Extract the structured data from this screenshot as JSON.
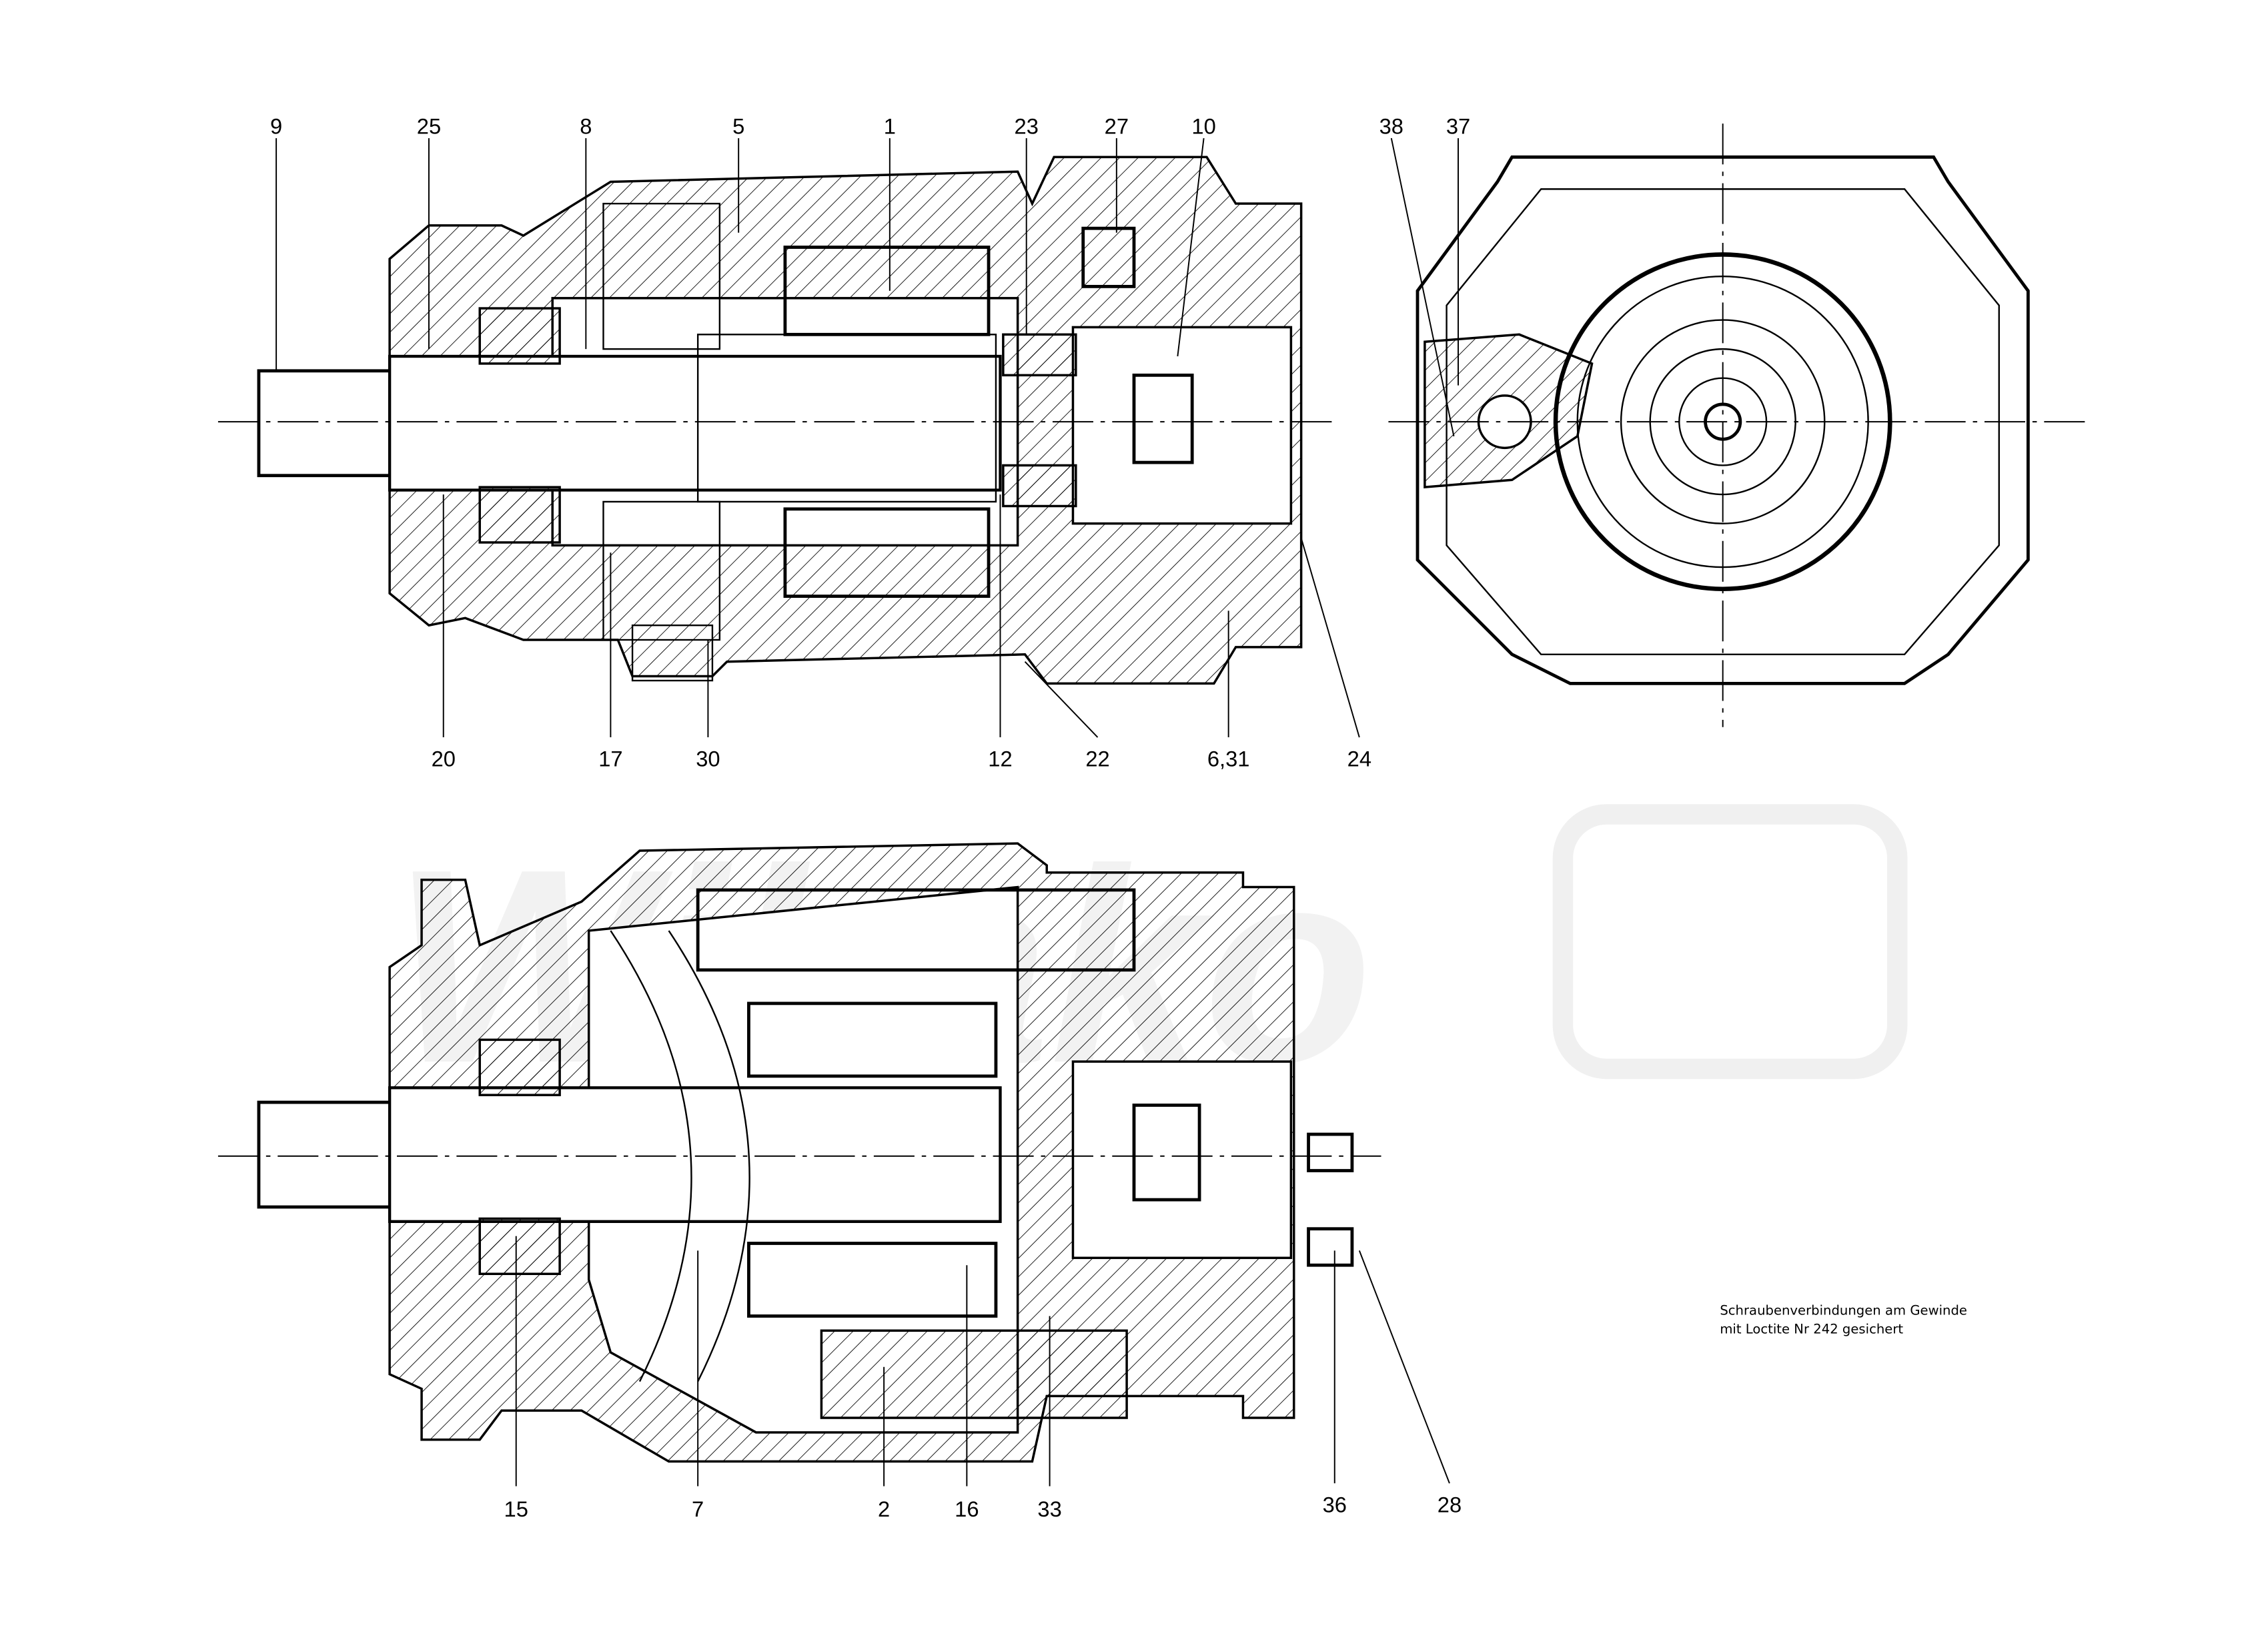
{
  "watermark": "Wibako",
  "labels": {
    "top": [
      "9",
      "25",
      "8",
      "5",
      "1",
      "23",
      "27",
      "10",
      "38",
      "37"
    ],
    "middle": [
      "20",
      "17",
      "30",
      "12",
      "22",
      "6,31",
      "24"
    ],
    "bottom": [
      "15",
      "7",
      "2",
      "16",
      "33",
      "36",
      "28"
    ]
  },
  "note": {
    "line1": "Schraubenverbindungen  am  Gewinde",
    "line2": "mit  Loctite  Nr  242  gesichert"
  }
}
